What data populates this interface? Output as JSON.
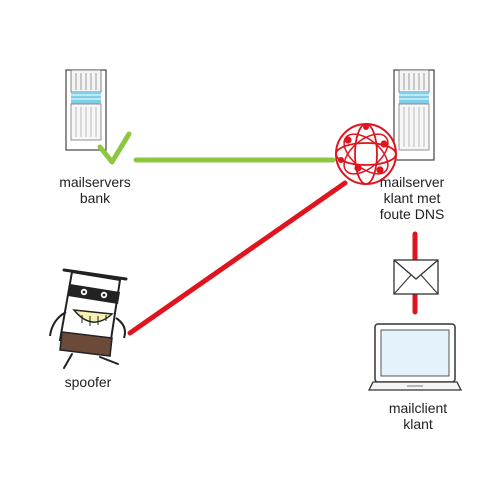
{
  "nodes": {
    "bank_server": {
      "label": "mailservers\nbank",
      "icon": "server-icon"
    },
    "client_server": {
      "label": "mailserver\nklant met\nfoute DNS",
      "icon": "server-icon"
    },
    "spoofer": {
      "label": "spoofer",
      "icon": "burglar-icon"
    },
    "mail_client": {
      "label": "mailclient\nklant",
      "icon": "laptop-icon"
    }
  },
  "icons": {
    "check": "check-icon",
    "network": "network-globe-icon",
    "envelope": "envelope-icon"
  },
  "colors": {
    "good_line": "#8dc63f",
    "bad_line": "#e0141e",
    "check": "#8dc63f",
    "server_stripes": "#7fcfe8",
    "outline": "#333333"
  }
}
